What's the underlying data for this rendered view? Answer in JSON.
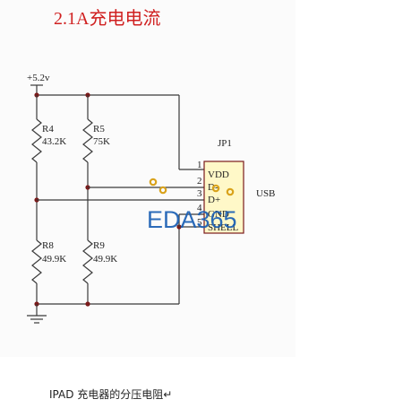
{
  "title": "2.1A充电电流",
  "supply_label": "+5.2v",
  "resistors": {
    "r4": {
      "name": "R4",
      "value": "43.2K"
    },
    "r5": {
      "name": "R5",
      "value": "75K"
    },
    "r8": {
      "name": "R8",
      "value": "49.9K"
    },
    "r9": {
      "name": "R9",
      "value": "49.9K"
    }
  },
  "connector": {
    "ref": "JP1",
    "type_label": "USB",
    "pins": [
      {
        "num": "1",
        "name": "VDD"
      },
      {
        "num": "2",
        "name": "D-"
      },
      {
        "num": "3",
        "name": "D+"
      },
      {
        "num": "4",
        "name": "GND"
      },
      {
        "num": "5",
        "name": "SHELL"
      }
    ]
  },
  "watermark": "EDA365",
  "caption": "IPAD  充电器的分压电阻↵",
  "colors": {
    "title": "#d02020",
    "watermark": "#1a5fb4",
    "pin_marker": "#d9a21b"
  }
}
